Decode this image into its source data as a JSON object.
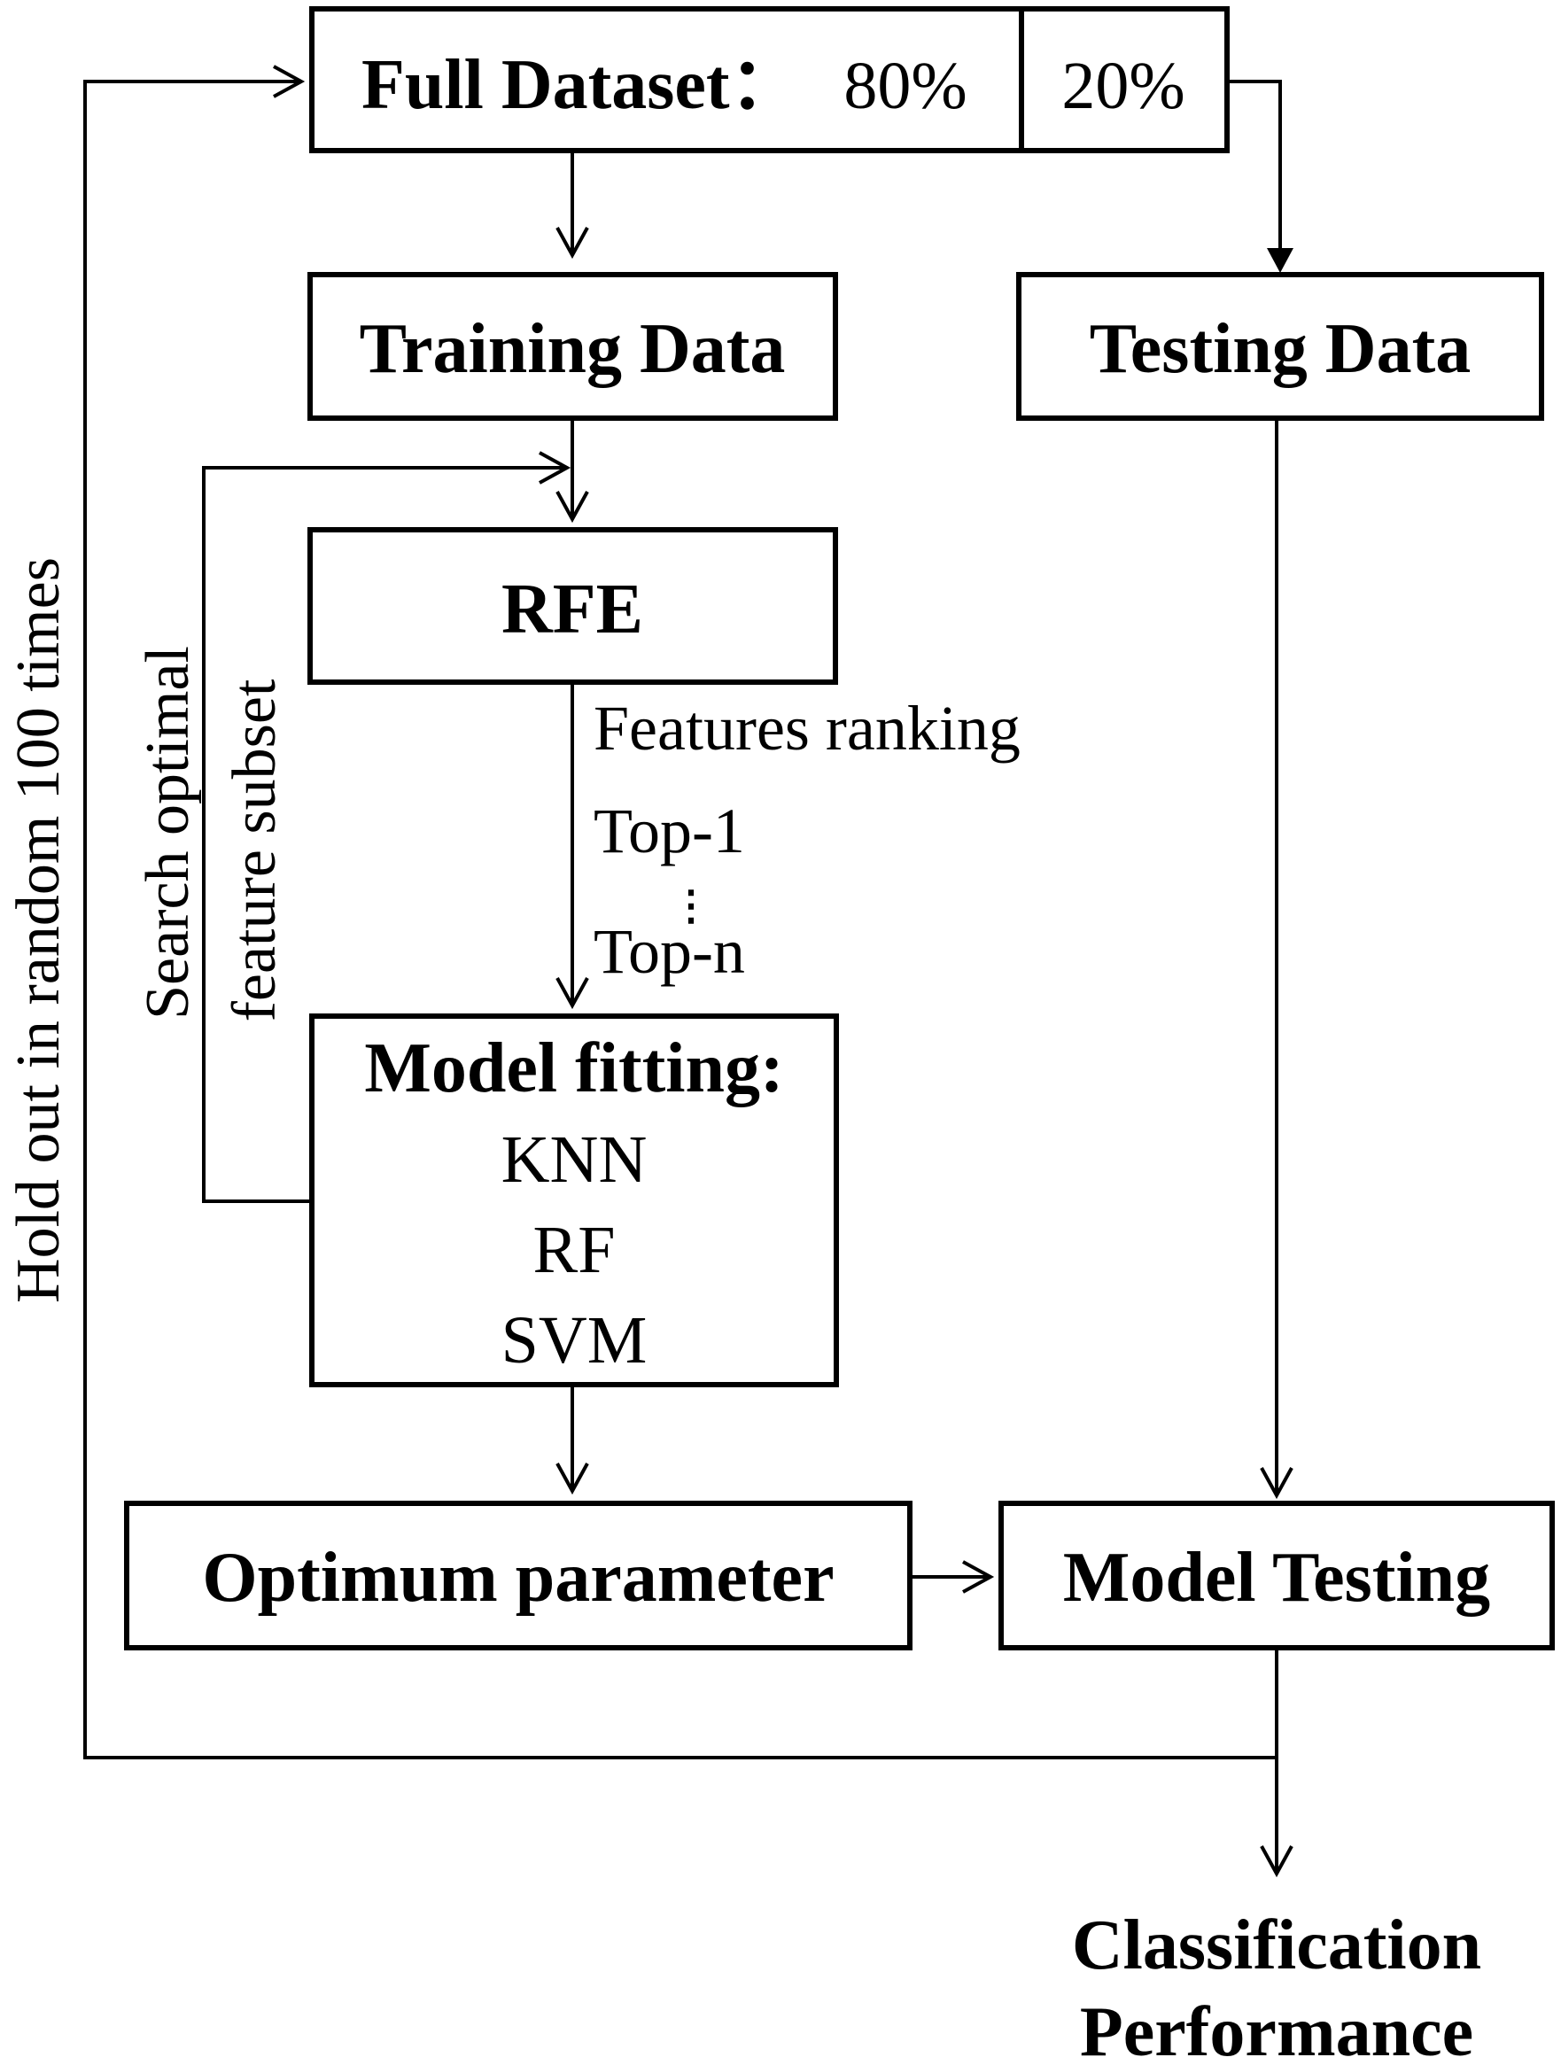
{
  "dataset": {
    "label": "Full Dataset：",
    "train_split": "80%",
    "test_split": "20%"
  },
  "nodes": {
    "training_data": "Training Data",
    "testing_data": "Testing Data",
    "rfe": "RFE",
    "model_fitting": {
      "title": "Model fitting:",
      "models": [
        "KNN",
        "RF",
        "SVM"
      ]
    },
    "optimum_parameter": "Optimum parameter",
    "model_testing": "Model Testing",
    "result": {
      "line1": "Classification",
      "line2": "Performance"
    }
  },
  "ranking": {
    "label": "Features ranking",
    "first": "Top-1",
    "ellipsis": "⋮",
    "last": "Top-n"
  },
  "loops": {
    "search_line1": "Search optimal",
    "search_line2": "feature subset",
    "holdout": "Hold out in random 100 times"
  }
}
